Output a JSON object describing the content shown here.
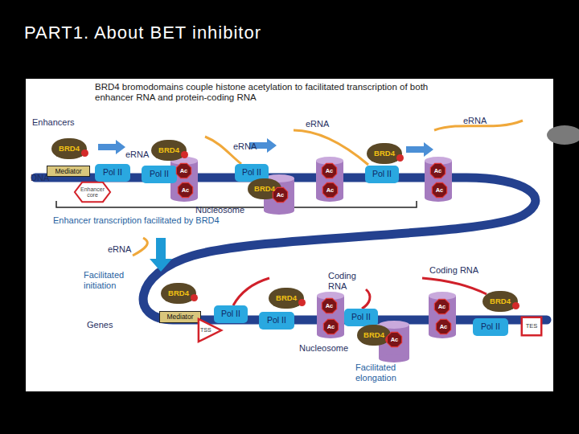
{
  "diagram": {
    "title": "PART1. About BET inhibitor",
    "nodes": [
      {
        "text": [
          "BRD4"
        ]
      },
      {
        "text": [
          "Mediator"
        ]
      },
      {
        "text": [
          "Enhancer core"
        ]
      },
      {
        "text": [
          "Pol II"
        ]
      },
      {
        "text": [
          "BRD4"
        ]
      },
      {
        "text": [
          "Pol II"
        ]
      },
      {
        "text": [
          "Ac"
        ]
      },
      {
        "text": [
          "Ac"
        ]
      },
      {
        "text": [
          "Pol II"
        ]
      },
      {
        "text": [
          "BRD4"
        ]
      },
      {
        "text": [
          "Ac"
        ]
      },
      {
        "text": [
          "Ac"
        ]
      },
      {
        "text": [
          "Ac"
        ]
      },
      {
        "text": [
          "BRD4"
        ]
      },
      {
        "text": [
          "Pol II"
        ]
      },
      {
        "text": [
          "Ac"
        ]
      },
      {
        "text": [
          "Ac"
        ]
      },
      {
        "text": [
          "BRD4"
        ]
      },
      {
        "text": [
          "Mediator"
        ]
      },
      {
        "text": [
          "TSS"
        ]
      },
      {
        "text": [
          "Pol II"
        ]
      },
      {
        "text": [
          "BRD4"
        ]
      },
      {
        "text": [
          "Pol II"
        ]
      },
      {
        "text": [
          "Ac"
        ]
      },
      {
        "text": [
          "Ac"
        ]
      },
      {
        "text": [
          "Pol II"
        ]
      },
      {
        "text": [
          "BRD4"
        ]
      },
      {
        "text": [
          "Ac"
        ]
      },
      {
        "text": [
          "Ac"
        ]
      },
      {
        "text": [
          "Ac"
        ]
      },
      {
        "text": [
          "BRD4"
        ]
      },
      {
        "text": [
          "Pol II"
        ]
      },
      {
        "text": [
          "TES"
        ]
      }
    ],
    "labels": [
      "BRD4 bromodomains couple histone acetylation to facilitated transcription of both enhancer RNA and protein-coding RNA",
      "Enhancers",
      "eRNA",
      "eRNA",
      "eRNA",
      "eRNA",
      "DNA",
      "Enhancer transcription facilitated by BRD4",
      "Nucleosome",
      "eRNA",
      "Facilitated initiation",
      "Genes",
      "Coding RNA",
      "Coding RNA",
      "Nucleosome",
      "Facilitated elongation"
    ]
  }
}
